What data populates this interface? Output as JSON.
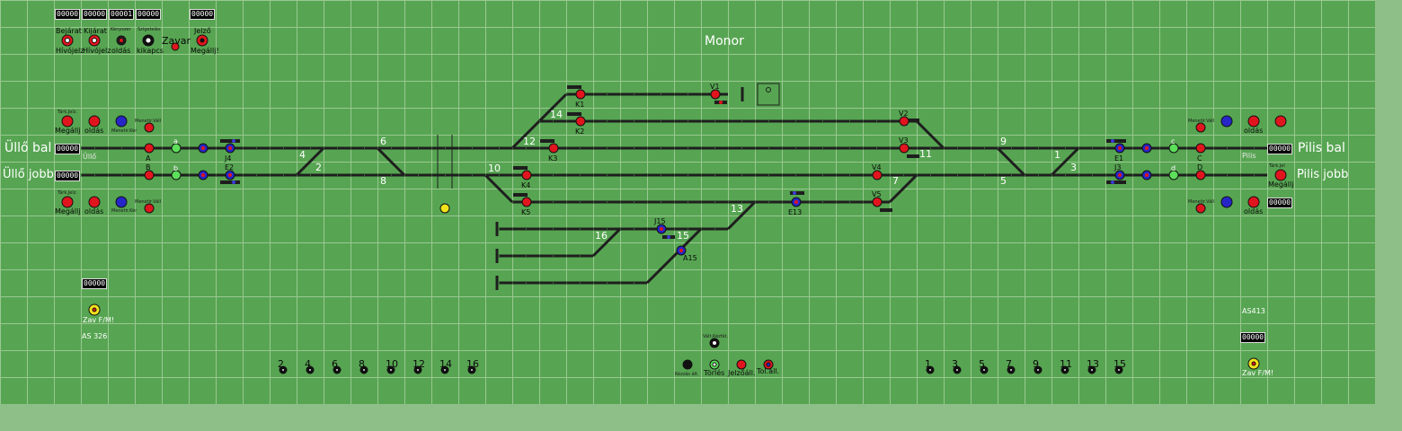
{
  "station": "Monor",
  "counters": [
    "00000",
    "00000",
    "00001",
    "00000",
    "00000",
    "00000",
    "00000",
    "00000",
    "00000",
    "00000",
    "00000"
  ],
  "top_controls": [
    {
      "label_top": "Bejárat",
      "label_bottom": "Hívójelz"
    },
    {
      "label_top": "Kijárat",
      "label_bottom": "Hívójelz"
    },
    {
      "label_top": "Kényszer",
      "label_bottom": "oldás"
    },
    {
      "label_top": "Szigetelés",
      "label_bottom": "kikapcs"
    },
    {
      "label_top": "Zavar",
      "label_bottom": ""
    },
    {
      "label_top": "Jelző",
      "label_bottom": "Megállj!"
    }
  ],
  "ends": {
    "left_top": "Üllő bal",
    "left_bottom": "Üllő jobb",
    "right_top": "Pilis bal",
    "right_bottom": "Pilis jobb",
    "left_station": "Üllő",
    "right_station": "Pilis"
  },
  "side_controls": {
    "megallj": "Megállj",
    "oldas": "oldás",
    "ment_vall": "Menetir.Váll",
    "tart_jelz": "Tárk.Jelz.",
    "ment_ker": "Menetir.Kér",
    "tart_jel": "Tárk.Jel"
  },
  "signals": [
    "A",
    "B",
    "a",
    "b",
    "J4",
    "E2",
    "K1",
    "K2",
    "K3",
    "K4",
    "K5",
    "V1",
    "V2",
    "V3",
    "V4",
    "V5",
    "E13",
    "J15",
    "A15",
    "E1",
    "J3",
    "c",
    "d",
    "C",
    "D"
  ],
  "track_labels": [
    "2",
    "4",
    "6",
    "8",
    "10",
    "12",
    "14",
    "1",
    "3",
    "5",
    "7",
    "9",
    "11",
    "13",
    "15",
    "16"
  ],
  "bottom_left_buttons": [
    "2",
    "4",
    "6",
    "8",
    "10",
    "12",
    "14",
    "16"
  ],
  "bottom_right_buttons": [
    "1",
    "3",
    "5",
    "7",
    "9",
    "11",
    "13",
    "15"
  ],
  "center_buttons": [
    {
      "label": "Kézzás ált."
    },
    {
      "label": "Törlés"
    },
    {
      "label": "Jelzőáll."
    },
    {
      "label": "Tol.áll."
    }
  ],
  "center_top_label": "Vált.Kézfát.",
  "zav_label": "Zav F/M!",
  "as_left": "AS 326",
  "as_right": "AS413",
  "colors": {
    "board": "#57a552",
    "outer": "#8fbf88",
    "grid": "#9ac892",
    "track": "#1e1e1e",
    "signal_red": "#e0151d",
    "signal_blue": "#2626c8",
    "signal_green": "#5ce05a"
  }
}
